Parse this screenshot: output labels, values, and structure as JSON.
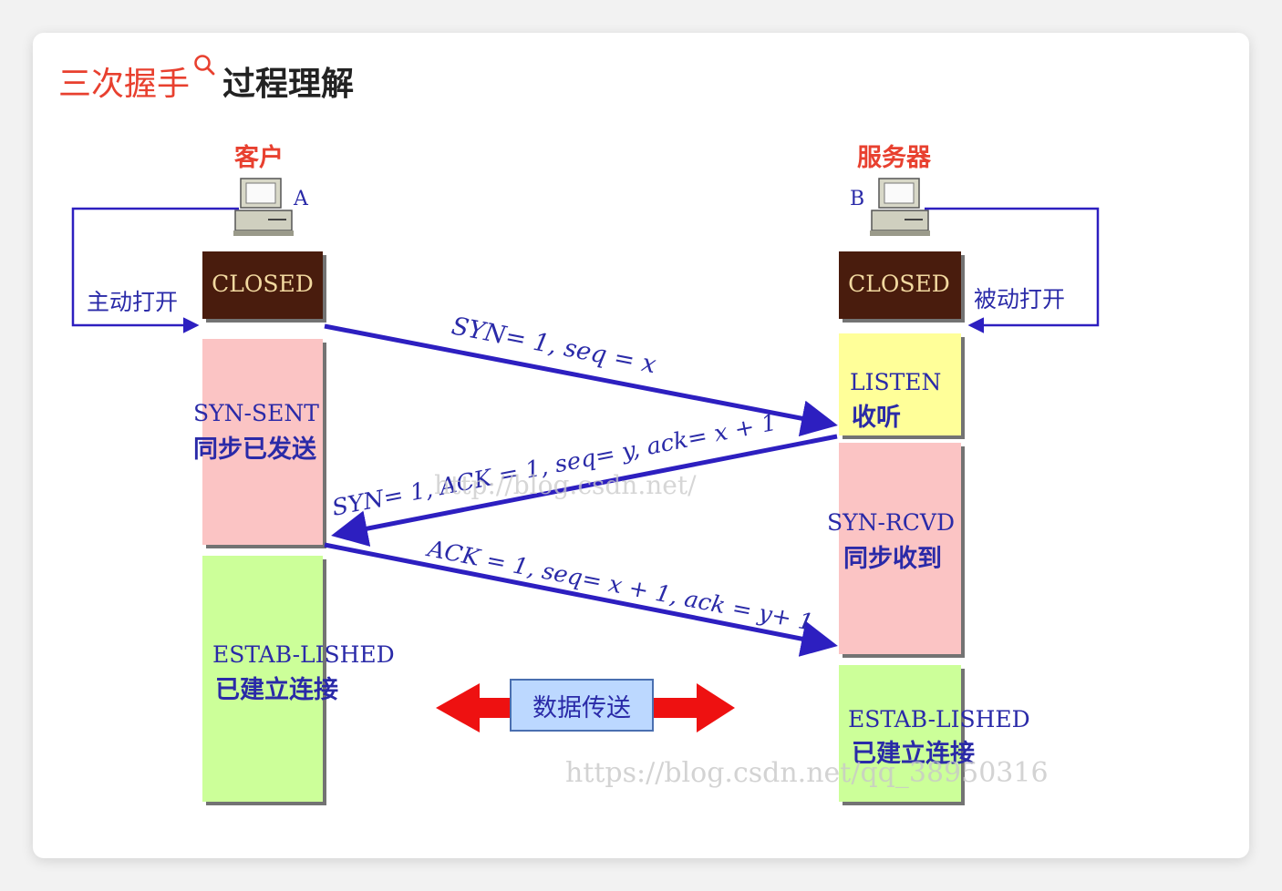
{
  "title": {
    "link_text": "三次握手",
    "rest_text": "过程理解"
  },
  "client": {
    "name": "客户",
    "id": "A",
    "initial_state": "CLOSED",
    "open_mode": "主动打开"
  },
  "server": {
    "name": "服务器",
    "id": "B",
    "initial_state": "CLOSED",
    "open_mode": "被动打开"
  },
  "client_states": [
    {
      "en": "SYN-SENT",
      "cn": "同步已发送"
    },
    {
      "en": "ESTAB-LISHED",
      "cn": "已建立连接"
    }
  ],
  "server_states": [
    {
      "en": "LISTEN",
      "cn": "收听"
    },
    {
      "en": "SYN-RCVD",
      "cn": "同步收到"
    },
    {
      "en": "ESTAB-LISHED",
      "cn": "已建立连接"
    }
  ],
  "messages": [
    {
      "text": "SYN= 1, seq = x"
    },
    {
      "text": "SYN= 1, ACK = 1, seq= y, ack= x + 1"
    },
    {
      "text": "ACK = 1, seq= x + 1, ack = y+ 1"
    }
  ],
  "data_transfer_label": "数据传送",
  "watermarks": [
    "http://blog.csdn.net/",
    "https://blog.csdn.net/qq_38950316"
  ],
  "colors": {
    "title_link": "#e8402f",
    "entity_name": "#e8402f",
    "diagram_text": "#2a2aa8",
    "arrow": "#2d1fc0",
    "closed_box": "#4a1e08",
    "closed_text": "#f2d9a0",
    "syn_box": "#fbc4c4",
    "listen_box": "#ffff99",
    "established_box": "#ccff99",
    "data_arrow": "#ee1111",
    "data_box": "#bcd8ff"
  }
}
